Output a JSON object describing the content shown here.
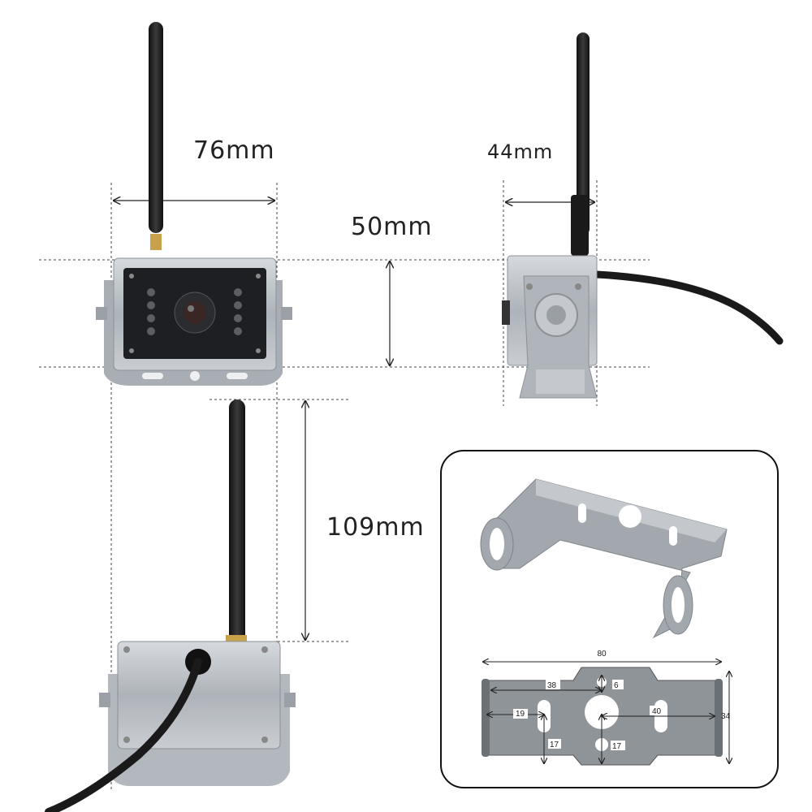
{
  "dimensions": {
    "width": "76mm",
    "depth": "44mm",
    "height": "50mm",
    "total_height": "109mm"
  },
  "bracket_dimensions": {
    "length": "80",
    "height": "34",
    "left_offset": "38",
    "hole_top": "6",
    "slot_left": "19",
    "slot_right": "40",
    "slot_height_left": "17",
    "slot_height_center": "17"
  },
  "colors": {
    "silver": "#b9bec4",
    "dark_body": "#1d1f22",
    "cable": "#1a1a1a",
    "bracket": "#8e9399"
  }
}
